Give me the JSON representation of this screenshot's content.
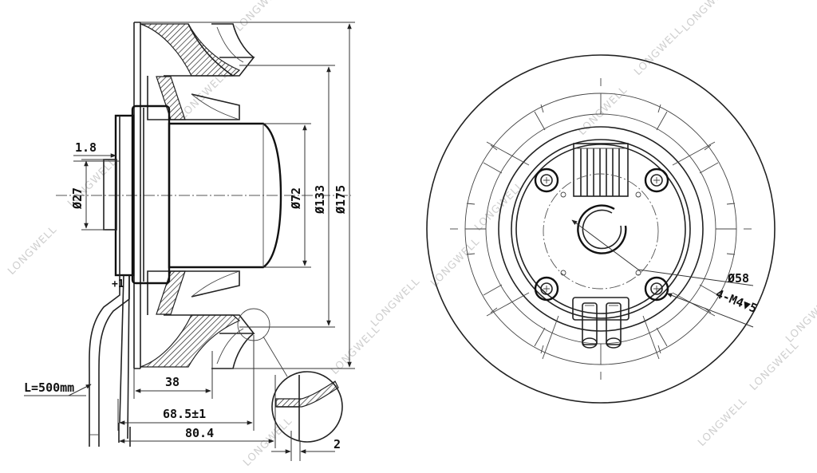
{
  "side_view": {
    "dim_thickness": "1.8",
    "dim_shaft_dia": "Ø27",
    "dim_motor_dia": "Ø72",
    "dim_inner_dia": "Ø133",
    "dim_outer_dia": "Ø175",
    "dim_hub_depth": "38",
    "dim_impeller_depth": "68.5±1",
    "dim_total_depth": "80.4",
    "dim_lead_length": "L=500mm",
    "dim_detail_gap": "2"
  },
  "front_view": {
    "dim_hole_circle": "Ø58",
    "dim_screw_spec": "4-M4▼5"
  },
  "watermark": {
    "text": "LONGWELL"
  }
}
